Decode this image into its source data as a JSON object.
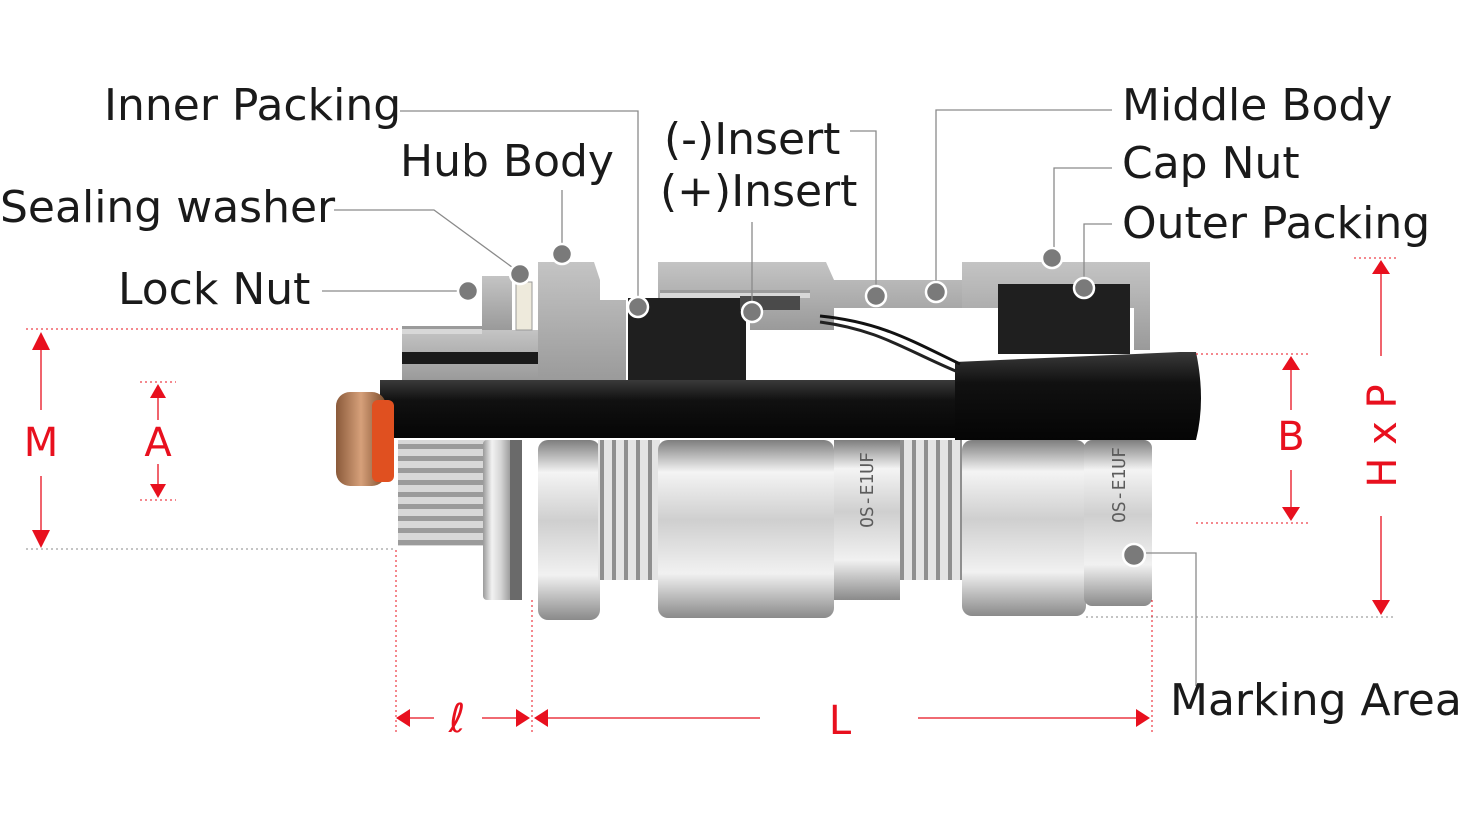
{
  "labels": {
    "inner_packing": "Inner Packing",
    "hub_body": "Hub Body",
    "sealing_washer": "Sealing washer",
    "lock_nut": "Lock Nut",
    "minus_insert": "(-)Insert",
    "plus_insert": "(+)Insert",
    "middle_body": "Middle Body",
    "cap_nut": "Cap Nut",
    "outer_packing": "Outer Packing",
    "marking_area": "Marking Area"
  },
  "dimensions": {
    "m": "M",
    "a": "A",
    "b": "B",
    "hxp": "H x P",
    "l_small": "ℓ",
    "l_large": "L"
  },
  "markings": {
    "middle": "OS-E1UF",
    "cap": "OS-E1UF"
  },
  "colors": {
    "accent_red": "#e8101e",
    "metal_light": "#e6e6e6",
    "metal_dark": "#8d8d8d",
    "section_gray": "#a9a9a9",
    "packing_black": "#1f1f1f",
    "leader_gray": "#8a8a8a"
  }
}
